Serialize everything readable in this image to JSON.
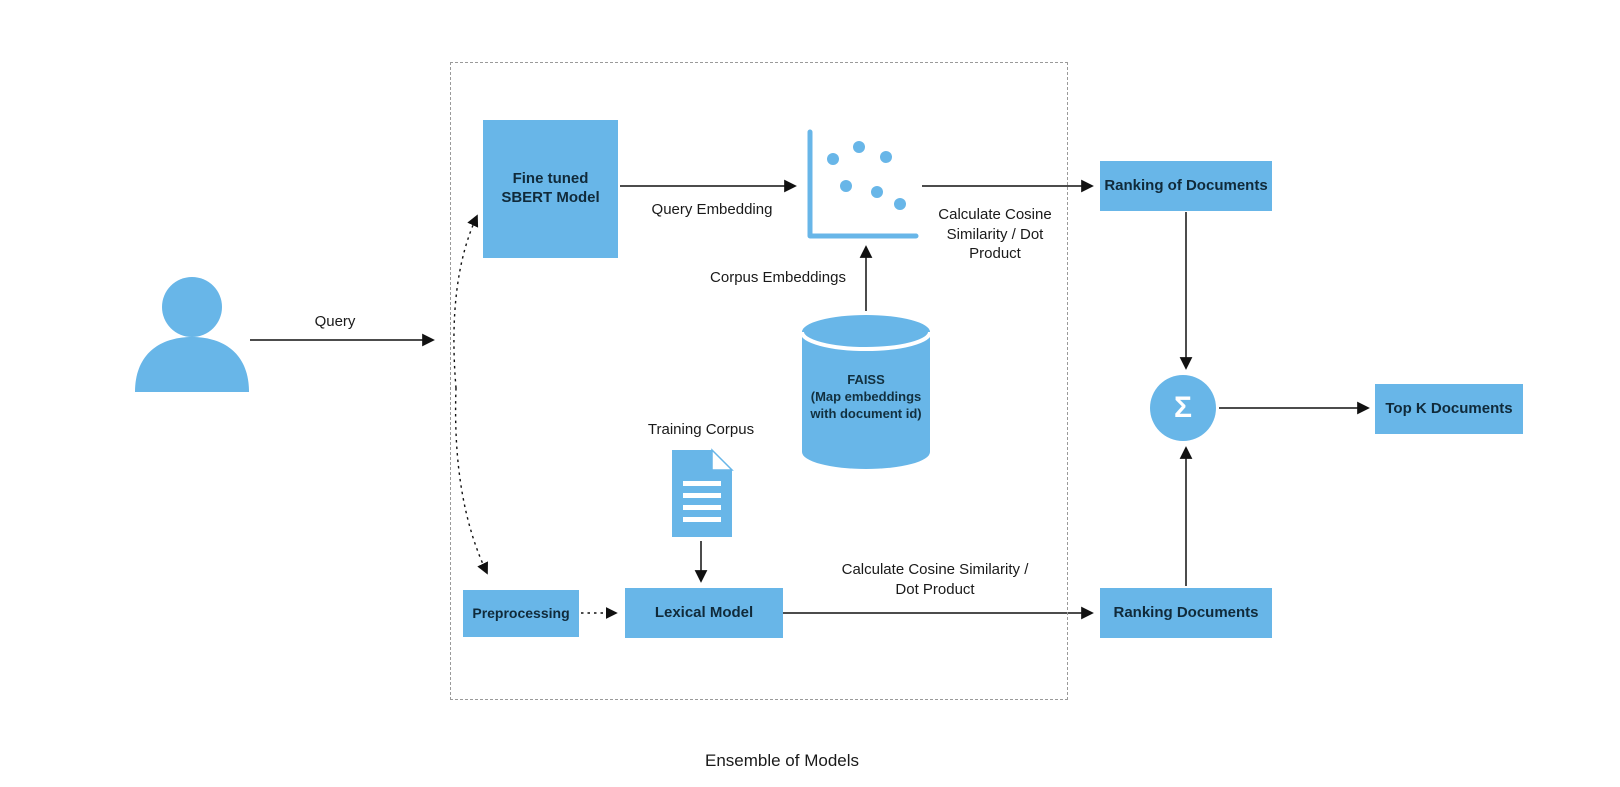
{
  "colors": {
    "accent": "#68b6e8",
    "ink": "#1a1a1a"
  },
  "caption": "Ensemble of Models",
  "nodes": {
    "sbert": "Fine tuned\nSBERT Model",
    "faiss": "FAISS\n(Map embeddings\nwith document id)",
    "preprocessing": "Preprocessing",
    "lexical": "Lexical Model",
    "ranking_top": "Ranking of Documents",
    "ranking_bottom": "Ranking Documents",
    "sum": "Σ",
    "topk": "Top K Documents"
  },
  "edges": {
    "query": "Query",
    "query_embedding": "Query Embedding",
    "corpus_embeddings": "Corpus Embeddings",
    "cosine_top": "Calculate Cosine\nSimilarity / Dot\nProduct",
    "cosine_bottom": "Calculate Cosine Similarity /\nDot Product",
    "training_corpus": "Training Corpus"
  }
}
